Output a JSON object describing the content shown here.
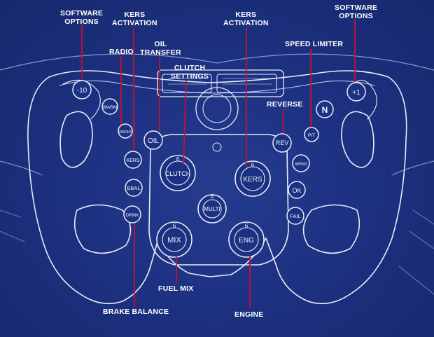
{
  "callouts": {
    "software_options_left": [
      "SOFTWARE",
      "OPTIONS"
    ],
    "software_options_right": [
      "SOFTWARE",
      "OPTIONS"
    ],
    "kers_activation_left": [
      "KERS",
      "ACTIVATION"
    ],
    "kers_activation_right": [
      "KERS",
      "ACTIVATION"
    ],
    "radio": "RADIO",
    "oil_transfer": [
      "OIL",
      "TRANSFER"
    ],
    "clutch_settings": [
      "CLUTCH",
      "SETTINGS"
    ],
    "speed_limiter": "SPEED LIMITER",
    "reverse": "REVERSE",
    "fuel_mix": "FUEL MIX",
    "brake_balance": "BRAKE BALANCE",
    "engine": "ENGINE"
  },
  "buttons": {
    "minus10": "-10",
    "plus1": "+1",
    "warm": "WARM",
    "n": "N",
    "oil": "OIL",
    "rev": "REV",
    "kers": "KERS",
    "bbal": "BBAL",
    "drink": "DRINK",
    "ok": "OK",
    "fail": "FAIL",
    "wing": "WING",
    "pit": "PIT",
    "radio_btn": "RADIO"
  },
  "dials": {
    "clutch": {
      "label": "CLUTCH",
      "index": "6"
    },
    "kers": {
      "label": "KERS",
      "index": "6"
    },
    "multi": {
      "label": "MULTI",
      "index": "6"
    },
    "mix": {
      "label": "MIX",
      "index": "6"
    },
    "eng": {
      "label": "ENG",
      "index": "6"
    }
  },
  "colors": {
    "background": "#1d3182",
    "line": "#e8ecf8",
    "leader": "#c8102e",
    "label": "#ffffff"
  }
}
